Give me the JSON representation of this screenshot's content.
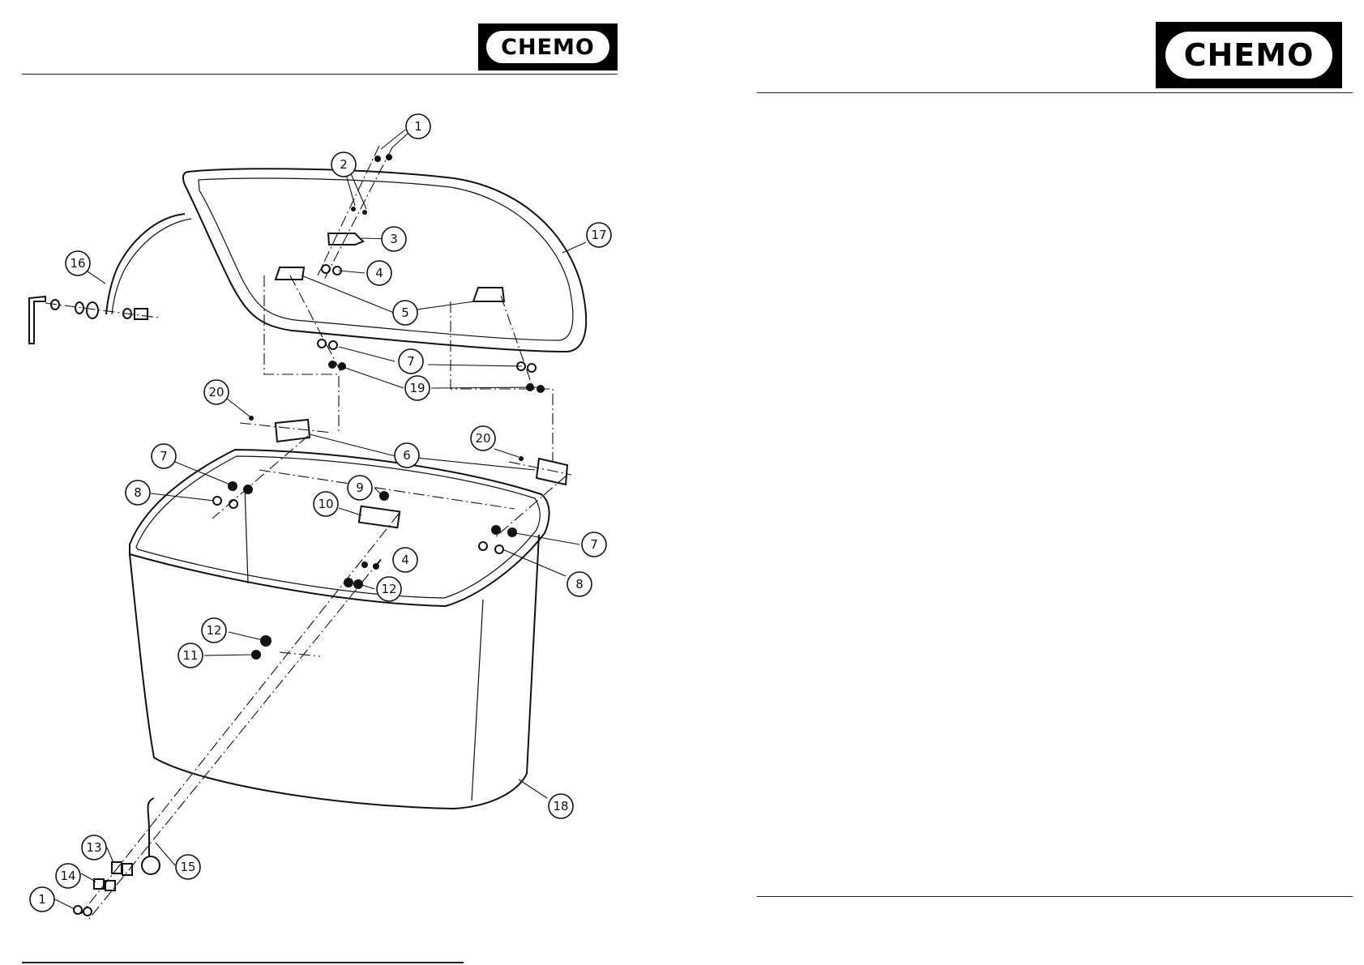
{
  "brand": {
    "logo_text": "CHEMO"
  },
  "diagram": {
    "callouts": [
      {
        "id": "c1a",
        "label": "1"
      },
      {
        "id": "c2",
        "label": "2"
      },
      {
        "id": "c3",
        "label": "3"
      },
      {
        "id": "c4a",
        "label": "4"
      },
      {
        "id": "c5",
        "label": "5"
      },
      {
        "id": "c7a",
        "label": "7"
      },
      {
        "id": "c19",
        "label": "19"
      },
      {
        "id": "c16",
        "label": "16"
      },
      {
        "id": "c17",
        "label": "17"
      },
      {
        "id": "c20a",
        "label": "20"
      },
      {
        "id": "c6",
        "label": "6"
      },
      {
        "id": "c20b",
        "label": "20"
      },
      {
        "id": "c7b",
        "label": "7"
      },
      {
        "id": "c9",
        "label": "9"
      },
      {
        "id": "c8a",
        "label": "8"
      },
      {
        "id": "c10",
        "label": "10"
      },
      {
        "id": "c7c",
        "label": "7"
      },
      {
        "id": "c4b",
        "label": "4"
      },
      {
        "id": "c8b",
        "label": "8"
      },
      {
        "id": "c12a",
        "label": "12"
      },
      {
        "id": "c12b",
        "label": "12"
      },
      {
        "id": "c11",
        "label": "11"
      },
      {
        "id": "c18",
        "label": "18"
      },
      {
        "id": "c13",
        "label": "13"
      },
      {
        "id": "c15",
        "label": "15"
      },
      {
        "id": "c14",
        "label": "14"
      },
      {
        "id": "c1b",
        "label": "1"
      }
    ]
  }
}
